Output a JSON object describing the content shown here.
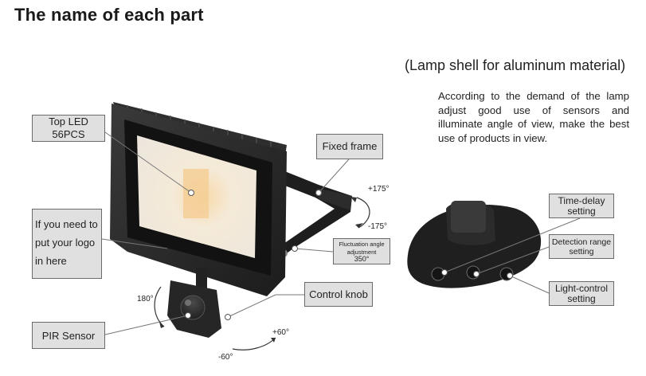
{
  "title": "The name of each part",
  "subtitle": "(Lamp shell for aluminum material)",
  "description": "According to the demand of the lamp adjust good use of sensors and illuminate angle of view, make the best use of products in view.",
  "labels": {
    "top_led_line1": "Top LED",
    "top_led_line2": "56PCS",
    "fixed_frame": "Fixed frame",
    "logo_line1": "If you need to",
    "logo_line2": "put your logo",
    "logo_line3": "in here",
    "fluct_line1": "Fluctuation angle",
    "fluct_line2": "adjustment",
    "fluct_line3": "350°",
    "control_knob": "Control knob",
    "pir_sensor": "PIR Sensor",
    "time_delay_line1": "Time-delay",
    "time_delay_line2": "setting",
    "detection_line1": "Detection range",
    "detection_line2": "setting",
    "light_line1": "Light-control",
    "light_line2": "setting"
  },
  "angles": {
    "bracket_up": "+175°",
    "bracket_down": "-175°",
    "sensor_vertical": "180°",
    "sensor_right": "+60°",
    "sensor_left": "-60°"
  },
  "colors": {
    "label_fill": "#e0e0e0",
    "label_border": "#6a6a6a",
    "lamp_body": "#2a2a2a",
    "led_panel": "#f2e6cf"
  }
}
